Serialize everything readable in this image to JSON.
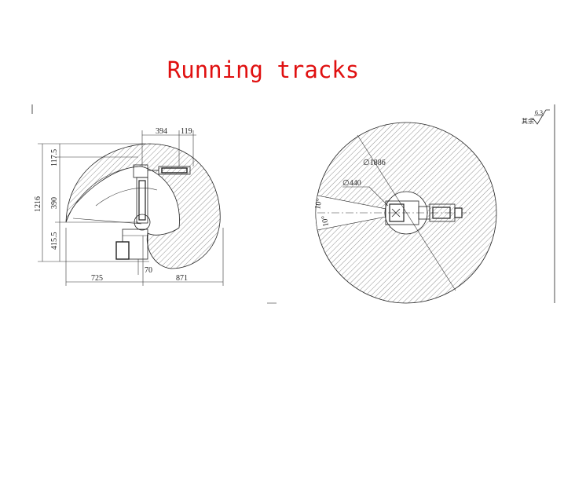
{
  "title": "Running tracks",
  "side_view": {
    "top_dims": [
      "394",
      "119"
    ],
    "left_dims": [
      "117.5",
      "1216",
      "390",
      "415.5"
    ],
    "bottom_dims": [
      "725",
      "70",
      "871"
    ]
  },
  "top_view": {
    "dia_outer": "∅1886",
    "dia_inner": "∅440",
    "angle_a": "10°",
    "angle_b": "10°"
  },
  "roughness": {
    "label": "其余",
    "value": "6.3"
  },
  "colors": {
    "title": "#e01010",
    "line": "#222222"
  }
}
